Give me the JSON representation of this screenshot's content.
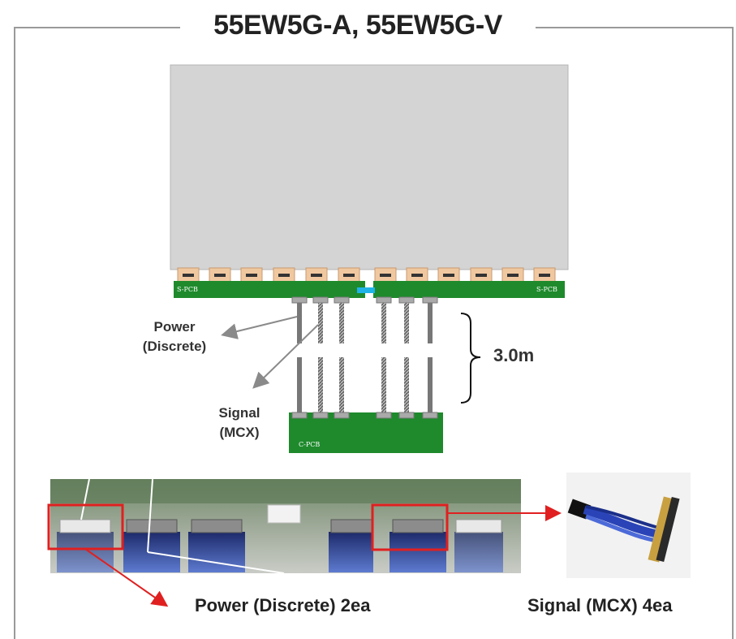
{
  "title": "55EW5G-A, 55EW5G-V",
  "labels": {
    "power": [
      "Power",
      "(Discrete)"
    ],
    "signal": [
      "Signal",
      "(MCX)"
    ],
    "length": "3.0m",
    "power_count": "Power (Discrete) 2ea",
    "signal_count": "Signal (MCX) 4ea"
  },
  "pcb": {
    "source_left": "S-PCB",
    "source_right": "S-PCB",
    "control": "C-PCB"
  },
  "colors": {
    "panel": "#d4d4d4",
    "pcb_green": "#1e8a2c",
    "tab_orange": "#f0c8a0",
    "arrow_gray": "#8a8a8a",
    "highlight_red": "#e02020",
    "link_blue": "#1fb3e8"
  }
}
